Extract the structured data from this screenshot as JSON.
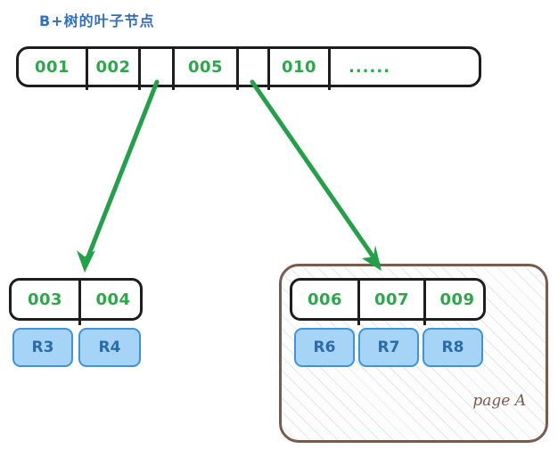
{
  "title": "B+树的叶子节点",
  "colors": {
    "title_blue": "#2e6fc7",
    "key_green": "#2ca84a",
    "node_outline": "#1d1d1d",
    "record_fill": "#a5d4f6",
    "record_border": "#3d93dd",
    "record_text": "#2b6ca8",
    "page_border": "#7a5a4d",
    "arrow_green": "#23a148"
  },
  "leaf_node": {
    "name": "b-plus-tree-leaf-node",
    "cells": [
      {
        "label": "001",
        "type": "key"
      },
      {
        "label": "002",
        "type": "key"
      },
      {
        "label": "",
        "type": "pointer"
      },
      {
        "label": "005",
        "type": "key"
      },
      {
        "label": "",
        "type": "pointer"
      },
      {
        "label": "010",
        "type": "key"
      },
      {
        "label": "......",
        "type": "ellipsis"
      }
    ]
  },
  "left_group": {
    "name": "left-child-node",
    "keys": [
      "003",
      "004"
    ],
    "records": [
      "R3",
      "R4"
    ]
  },
  "right_group": {
    "name": "right-child-node",
    "page_label": "page A",
    "keys": [
      "006",
      "007",
      "009"
    ],
    "records": [
      "R6",
      "R7",
      "R8"
    ]
  },
  "arrows": [
    {
      "name": "pointer-arrow-left",
      "from": "leaf-pointer-cell-1",
      "to": "left-child-node"
    },
    {
      "name": "pointer-arrow-right",
      "from": "leaf-pointer-cell-2",
      "to": "page-a-container"
    }
  ]
}
